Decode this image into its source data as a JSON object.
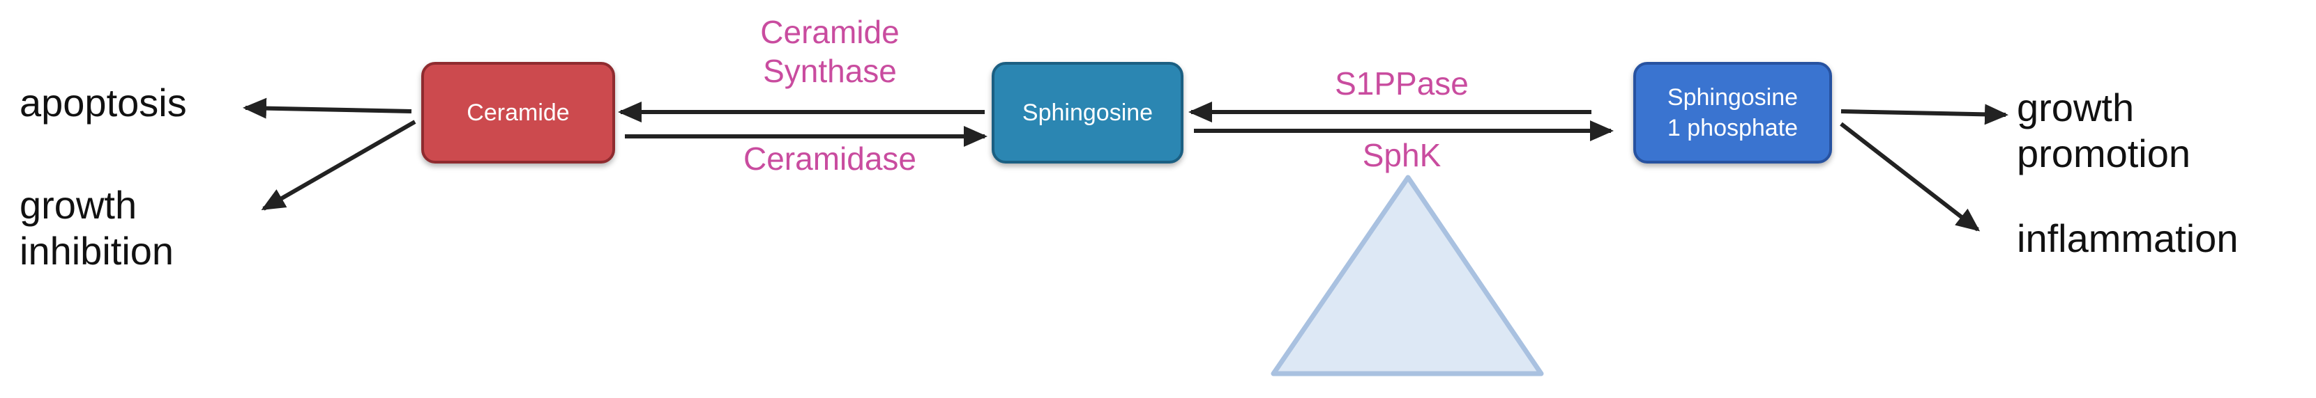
{
  "nodes": {
    "ceramide": {
      "label": "Ceramide"
    },
    "sphingosine": {
      "label": "Sphingosine"
    },
    "s1p": {
      "line1": "Sphingosine",
      "line2": "1 phosphate"
    }
  },
  "enzymes": {
    "ceramide_synthase": {
      "line1": "Ceramide",
      "line2": "Synthase"
    },
    "ceramidase": "Ceramidase",
    "s1ppase": "S1PPase",
    "sphk": "SphK"
  },
  "outcomes": {
    "apoptosis": "apoptosis",
    "growth_inhibition": {
      "line1": "growth",
      "line2": "inhibition"
    },
    "growth_promotion": {
      "line1": "growth",
      "line2": "promotion"
    },
    "inflammation": "inflammation"
  },
  "colors": {
    "ceramide": "#cc4a4e",
    "sphingosine": "#2b86b2",
    "s1p": "#3a74d0",
    "enzyme_text": "#c94c9f",
    "arrow": "#222222",
    "fulcrum_fill": "#dde8f5",
    "fulcrum_stroke": "#a9c1e0"
  }
}
